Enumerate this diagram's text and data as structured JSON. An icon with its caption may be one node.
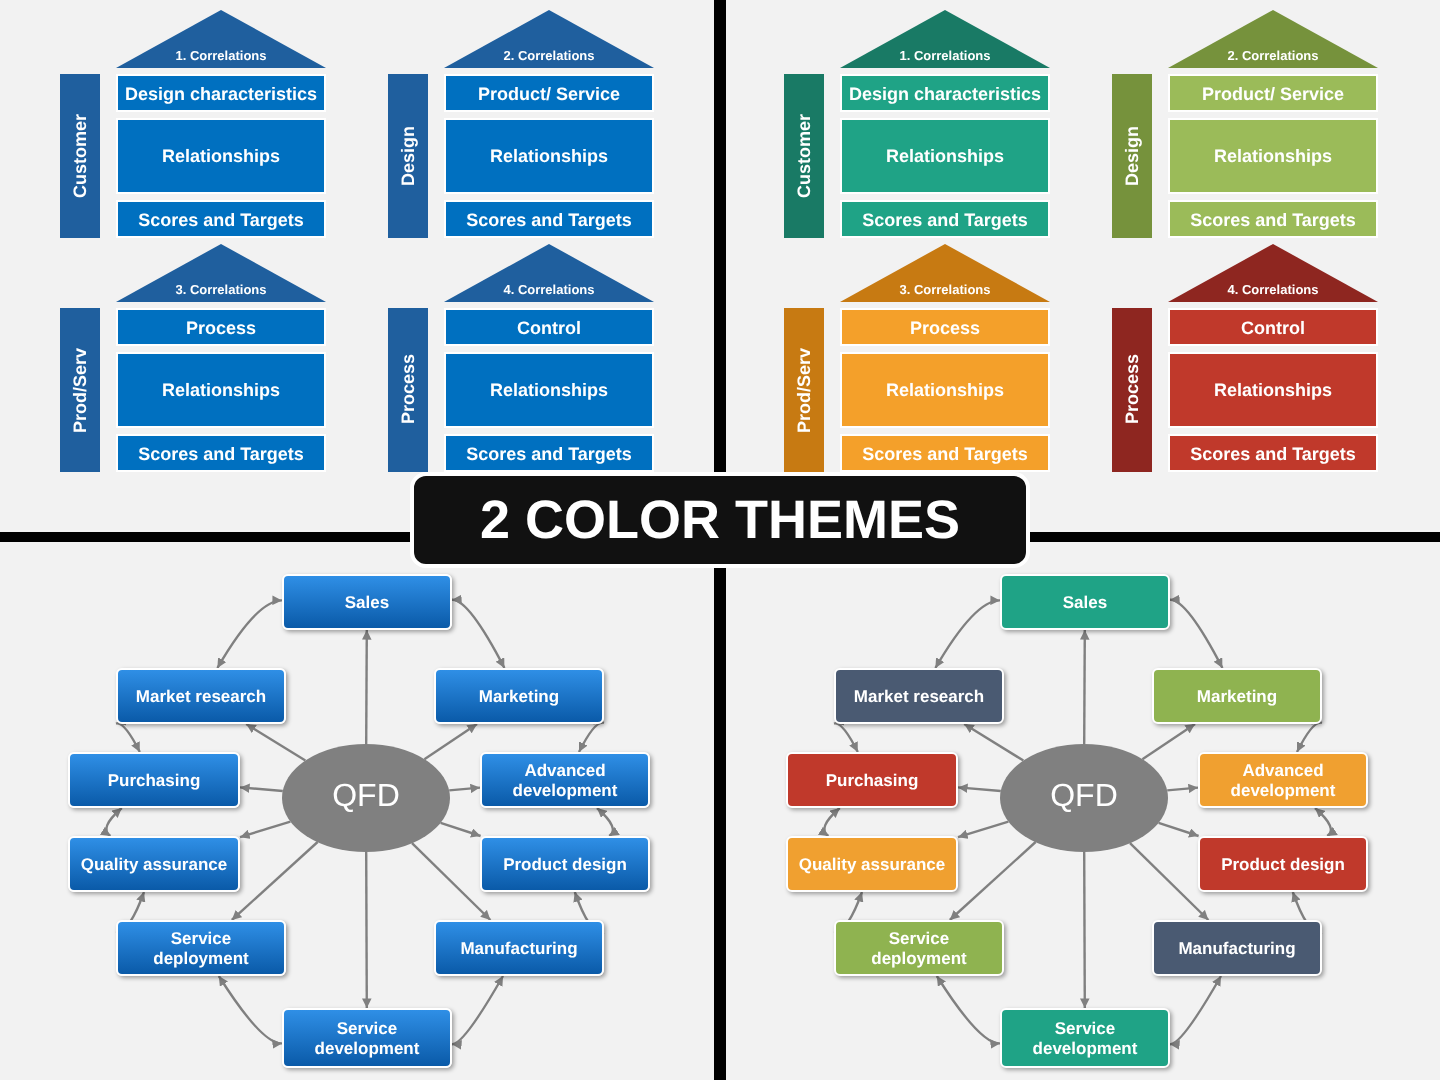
{
  "diagram": {
    "nodes": [
      {
        "text": [
          "1. Correlations"
        ]
      },
      {
        "text": [
          "Customer"
        ]
      },
      {
        "text": [
          "Design characteristics"
        ]
      },
      {
        "text": [
          "Relationships"
        ]
      },
      {
        "text": [
          "Scores and Targets"
        ]
      },
      {
        "text": [
          "2. Correlations"
        ]
      },
      {
        "text": [
          "Design"
        ]
      },
      {
        "text": [
          "Product/ Service"
        ]
      },
      {
        "text": [
          "Relationships"
        ]
      },
      {
        "text": [
          "Scores and Targets"
        ]
      },
      {
        "text": [
          "3. Correlations"
        ]
      },
      {
        "text": [
          "Prod/Serv"
        ]
      },
      {
        "text": [
          "Process"
        ]
      },
      {
        "text": [
          "Relationships"
        ]
      },
      {
        "text": [
          "Scores and Targets"
        ]
      },
      {
        "text": [
          "4. Correlations"
        ]
      },
      {
        "text": [
          "Process"
        ]
      },
      {
        "text": [
          "Control"
        ]
      },
      {
        "text": [
          "Relationships"
        ]
      },
      {
        "text": [
          "Scores and Targets"
        ]
      },
      {
        "text": [
          "1. Correlations"
        ]
      },
      {
        "text": [
          "Customer"
        ]
      },
      {
        "text": [
          "Design characteristics"
        ]
      },
      {
        "text": [
          "Relationships"
        ]
      },
      {
        "text": [
          "Scores and Targets"
        ]
      },
      {
        "text": [
          "2. Correlations"
        ]
      },
      {
        "text": [
          "Design"
        ]
      },
      {
        "text": [
          "Product/ Service"
        ]
      },
      {
        "text": [
          "Relationships"
        ]
      },
      {
        "text": [
          "Scores and Targets"
        ]
      },
      {
        "text": [
          "3. Correlations"
        ]
      },
      {
        "text": [
          "Prod/Serv"
        ]
      },
      {
        "text": [
          "Process"
        ]
      },
      {
        "text": [
          "Relationships"
        ]
      },
      {
        "text": [
          "Scores and Targets"
        ]
      },
      {
        "text": [
          "4. Correlations"
        ]
      },
      {
        "text": [
          "Process"
        ]
      },
      {
        "text": [
          "Control"
        ]
      },
      {
        "text": [
          "Relationships"
        ]
      },
      {
        "text": [
          "Scores and Targets"
        ]
      },
      {
        "text": [
          "Sales"
        ]
      },
      {
        "text": [
          "Market research"
        ]
      },
      {
        "text": [
          "Marketing"
        ]
      },
      {
        "text": [
          "Purchasing"
        ]
      },
      {
        "text": [
          "QFD"
        ]
      },
      {
        "text": [
          "Advanced development"
        ]
      },
      {
        "text": [
          "Quality assurance"
        ]
      },
      {
        "text": [
          "Product design"
        ]
      },
      {
        "text": [
          "Service deployment"
        ]
      },
      {
        "text": [
          "Manufacturing"
        ]
      },
      {
        "text": [
          "Service development"
        ]
      },
      {
        "text": [
          "Sales"
        ]
      },
      {
        "text": [
          "Market research"
        ]
      },
      {
        "text": [
          "Marketing"
        ]
      },
      {
        "text": [
          "Purchasing"
        ]
      },
      {
        "text": [
          "QFD"
        ]
      },
      {
        "text": [
          "Advanced development"
        ]
      },
      {
        "text": [
          "Quality assurance"
        ]
      },
      {
        "text": [
          "Product design"
        ]
      },
      {
        "text": [
          "Service deployment"
        ]
      },
      {
        "text": [
          "Manufacturing"
        ]
      },
      {
        "text": [
          "Service development"
        ]
      }
    ],
    "edges": [
      {
        "from": 44,
        "to": 40,
        "arrow": "to"
      },
      {
        "from": 44,
        "to": 41,
        "arrow": "to"
      },
      {
        "from": 44,
        "to": 42,
        "arrow": "to"
      },
      {
        "from": 44,
        "to": 43,
        "arrow": "to"
      },
      {
        "from": 44,
        "to": 45,
        "arrow": "to"
      },
      {
        "from": 44,
        "to": 46,
        "arrow": "to"
      },
      {
        "from": 44,
        "to": 47,
        "arrow": "to"
      },
      {
        "from": 44,
        "to": 48,
        "arrow": "to"
      },
      {
        "from": 44,
        "to": 49,
        "arrow": "to"
      },
      {
        "from": 44,
        "to": 50,
        "arrow": "to"
      },
      {
        "from": 40,
        "to": 42,
        "arrow": "both"
      },
      {
        "from": 42,
        "to": 45,
        "arrow": "both"
      },
      {
        "from": 45,
        "to": 47,
        "arrow": "both"
      },
      {
        "from": 47,
        "to": 49,
        "arrow": "both"
      },
      {
        "from": 49,
        "to": 50,
        "arrow": "both"
      },
      {
        "from": 50,
        "to": 48,
        "arrow": "both"
      },
      {
        "from": 48,
        "to": 46,
        "arrow": "both"
      },
      {
        "from": 46,
        "to": 43,
        "arrow": "both"
      },
      {
        "from": 43,
        "to": 41,
        "arrow": "both"
      },
      {
        "from": 41,
        "to": 40,
        "arrow": "both"
      },
      {
        "from": 55,
        "to": 51,
        "arrow": "to"
      },
      {
        "from": 55,
        "to": 52,
        "arrow": "to"
      },
      {
        "from": 55,
        "to": 53,
        "arrow": "to"
      },
      {
        "from": 55,
        "to": 54,
        "arrow": "to"
      },
      {
        "from": 55,
        "to": 56,
        "arrow": "to"
      },
      {
        "from": 55,
        "to": 57,
        "arrow": "to"
      },
      {
        "from": 55,
        "to": 58,
        "arrow": "to"
      },
      {
        "from": 55,
        "to": 59,
        "arrow": "to"
      },
      {
        "from": 55,
        "to": 60,
        "arrow": "to"
      },
      {
        "from": 55,
        "to": 61,
        "arrow": "to"
      },
      {
        "from": 51,
        "to": 53,
        "arrow": "both"
      },
      {
        "from": 53,
        "to": 56,
        "arrow": "both"
      },
      {
        "from": 56,
        "to": 58,
        "arrow": "both"
      },
      {
        "from": 58,
        "to": 60,
        "arrow": "both"
      },
      {
        "from": 60,
        "to": 61,
        "arrow": "both"
      },
      {
        "from": 61,
        "to": 59,
        "arrow": "both"
      },
      {
        "from": 59,
        "to": 57,
        "arrow": "both"
      },
      {
        "from": 57,
        "to": 54,
        "arrow": "both"
      },
      {
        "from": 54,
        "to": 52,
        "arrow": "both"
      },
      {
        "from": 52,
        "to": 51,
        "arrow": "both"
      }
    ],
    "labels": [
      "2 COLOR THEMES"
    ]
  }
}
